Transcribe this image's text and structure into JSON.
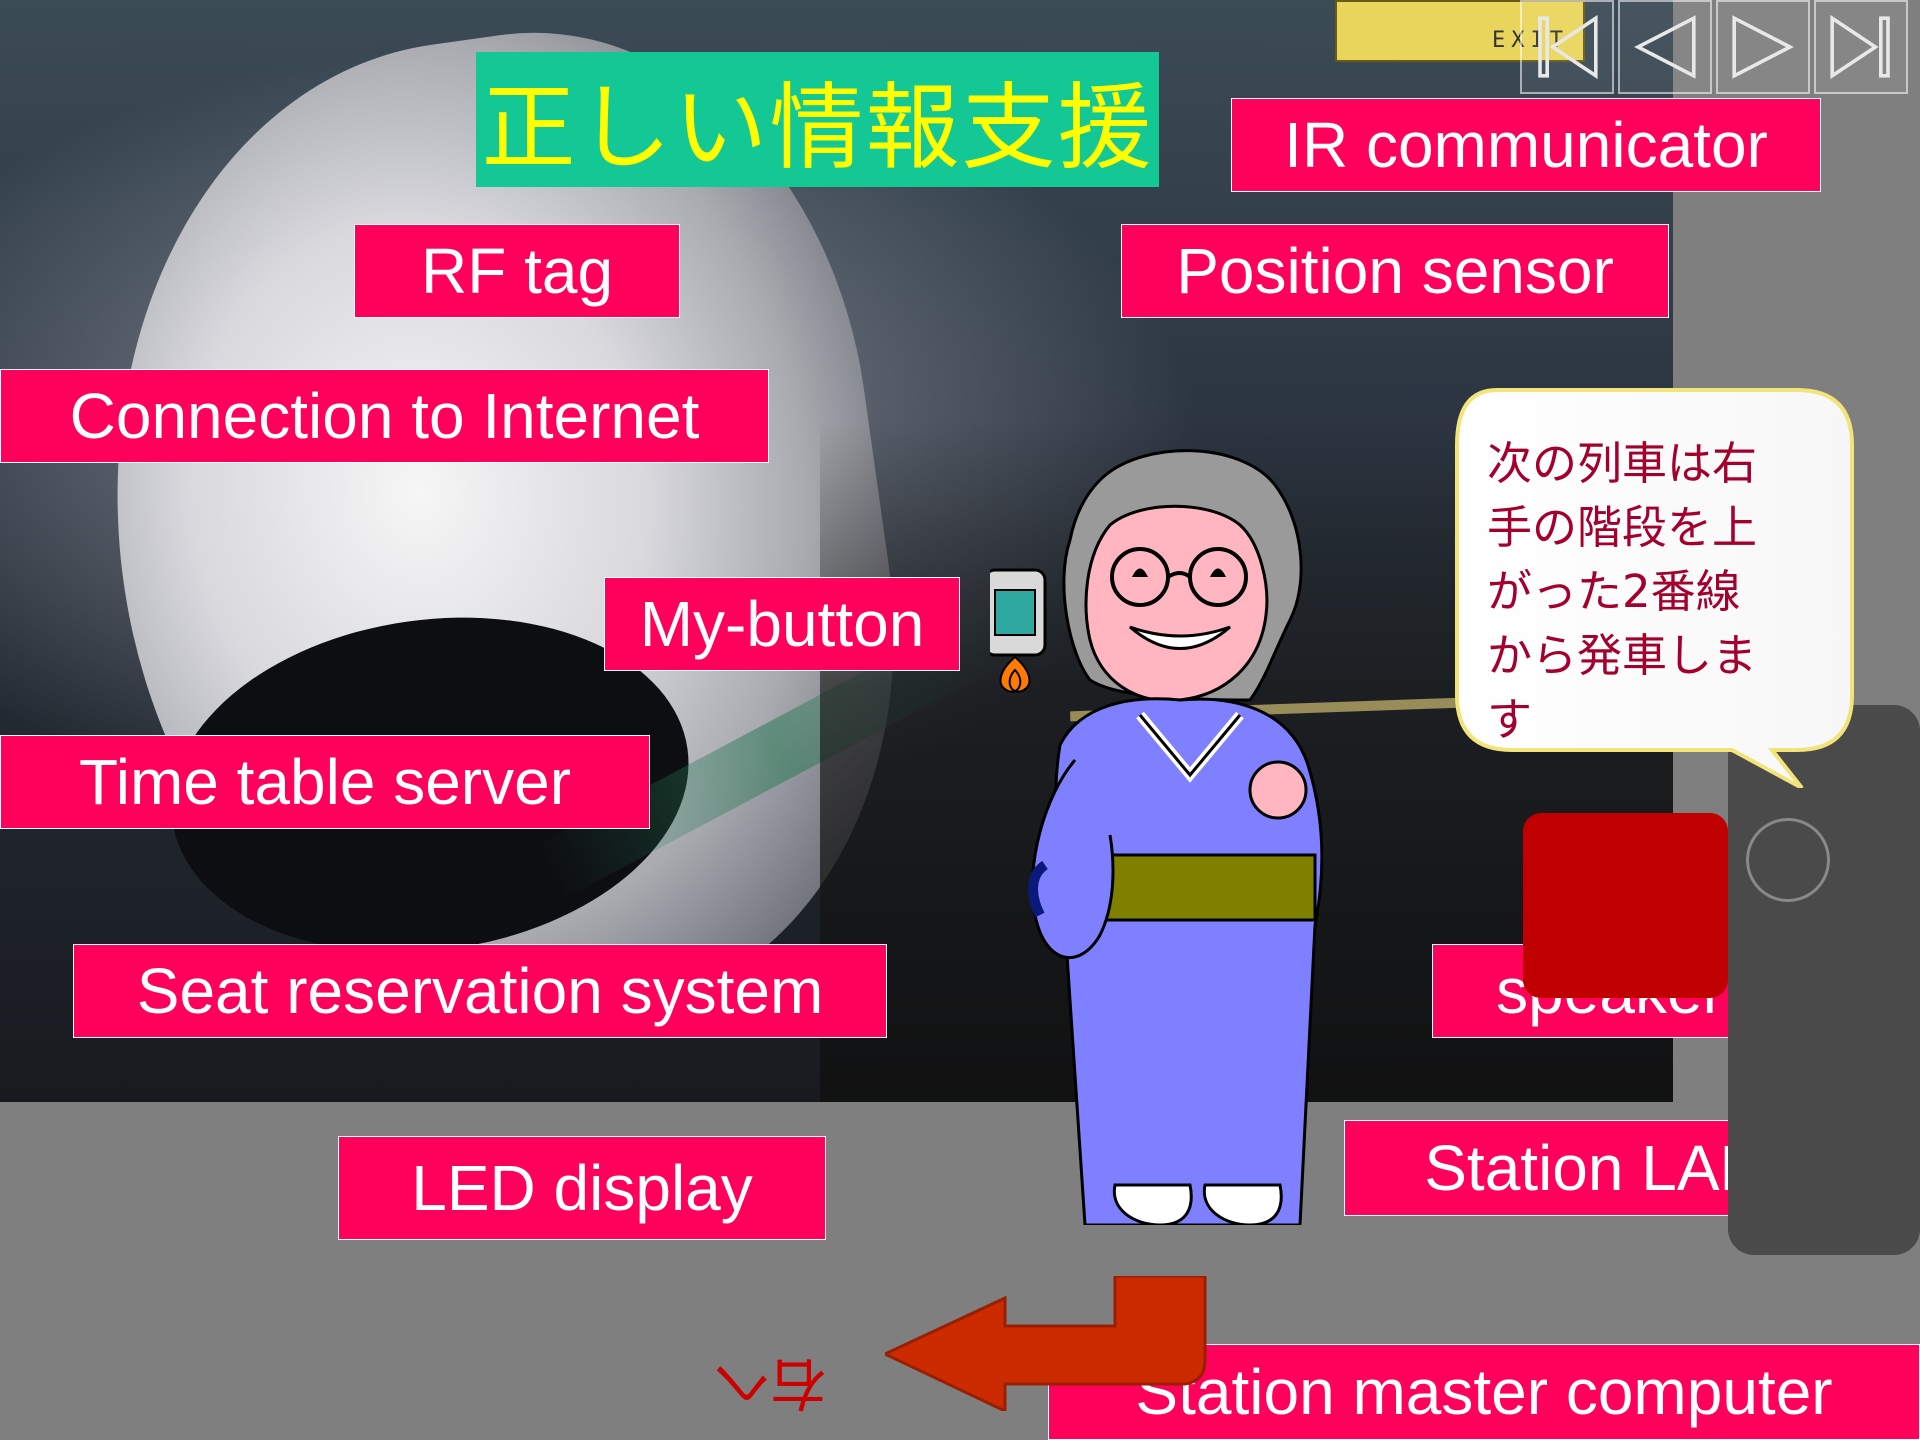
{
  "title": "正しい情報支援",
  "labels": {
    "ir_communicator": "IR communicator",
    "rf_tag": "RF tag",
    "position_sensor": "Position sensor",
    "connection_to_internet": "Connection to Internet",
    "my_button": "My-button",
    "time_table_server": "Time table server",
    "seat_reservation_system": "Seat reservation system",
    "speaker": "speaker",
    "led_display": "LED display",
    "station_lan": "Station LAN",
    "station_master_computer": "Station master computer"
  },
  "bubble": {
    "text": "次の列車は右\n手の階段を上\nがった2番線\nから発車しま\nす"
  },
  "photo": {
    "exit_sign_text": "EXIT"
  },
  "nav": {
    "first_icon": "first-icon",
    "prev_icon": "prev-icon",
    "next_icon": "next-icon",
    "last_icon": "last-icon"
  },
  "ground_sign": {
    "rotated_text": "右へ"
  },
  "colors": {
    "label_bg": "#ff005a",
    "title_bg": "#14c896",
    "title_text": "#ffff00",
    "bubble_text": "#a4002d"
  }
}
